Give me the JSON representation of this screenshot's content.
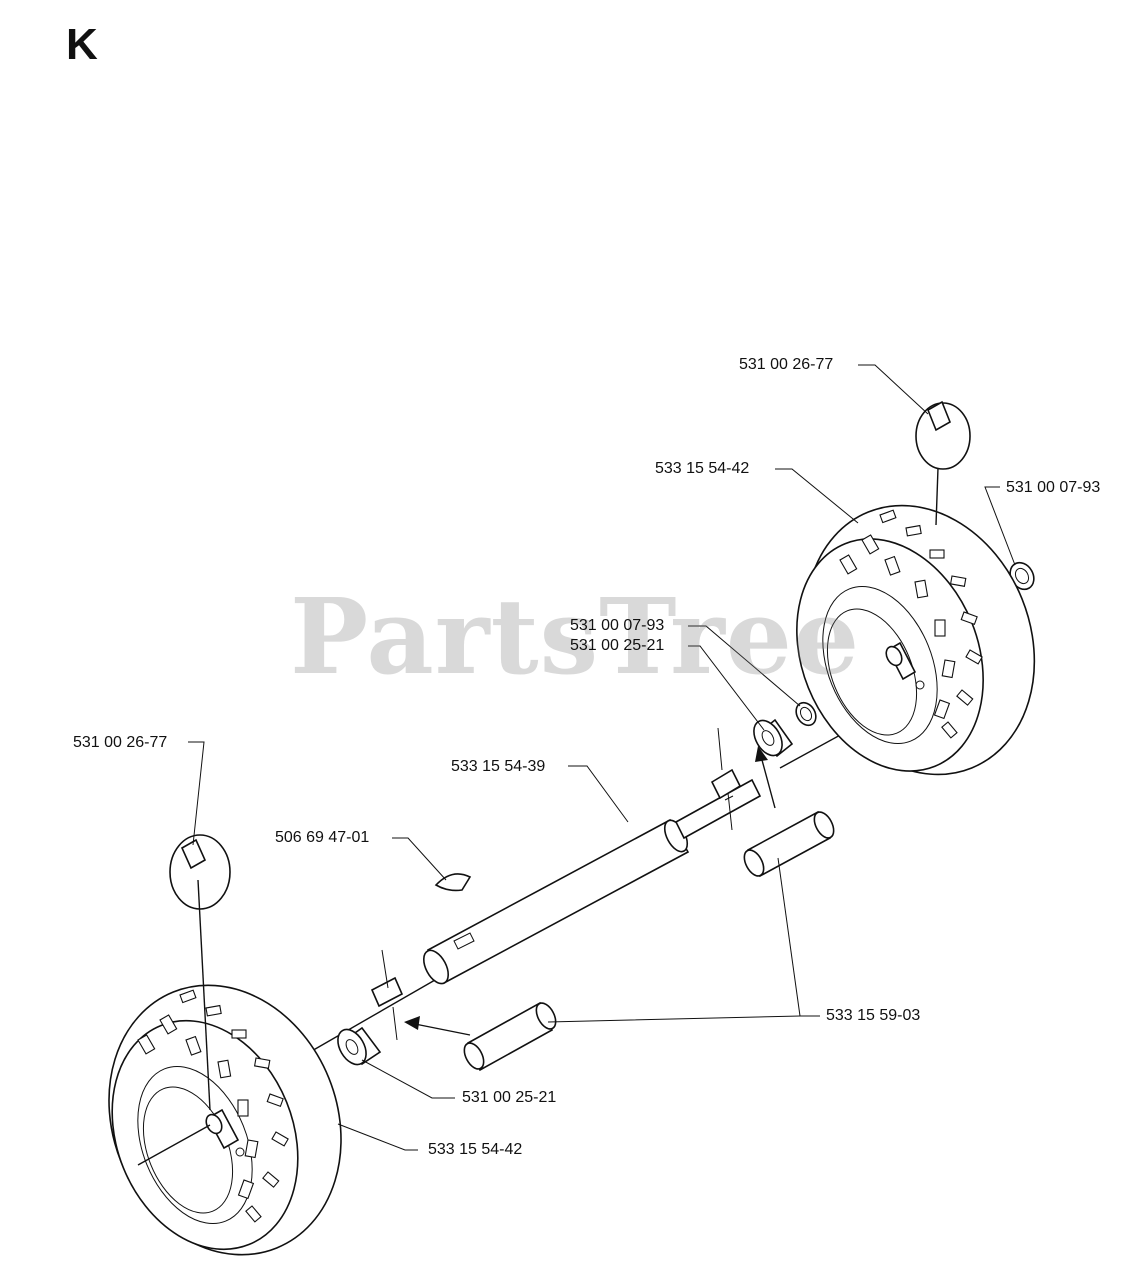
{
  "section": {
    "letter": "K"
  },
  "watermark": {
    "text": "PartsTree"
  },
  "callouts": {
    "pin_right": "531 00 26-77",
    "wheel_right": "533 15 54-42",
    "ring_right_outer": "531 00 07-93",
    "ring_right_inner": "531 00 07-93",
    "bushing_right": "531 00 25-21",
    "axle": "533 15 54-39",
    "key": "506 69 47-01",
    "pin_left": "531 00 26-77",
    "spacer": "533 15 59-03",
    "bushing_left": "531 00 25-21",
    "wheel_left": "533 15 54-42"
  },
  "colors": {
    "line": "#111111",
    "watermark": "#b0b0b0",
    "background": "#ffffff"
  }
}
